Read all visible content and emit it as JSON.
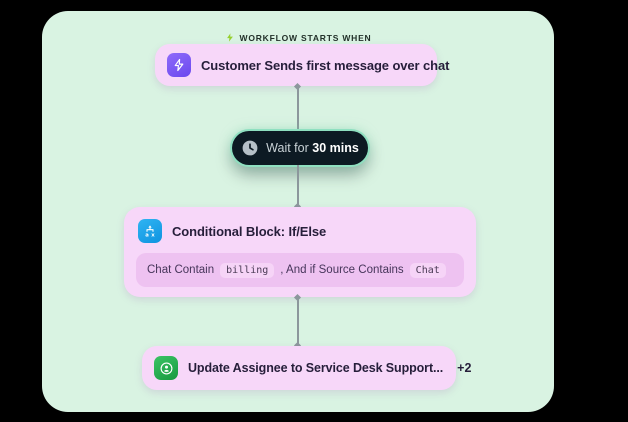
{
  "colors": {
    "page_bg": "#000000",
    "panel_bg": "#d9f3e2",
    "card_bg": "#f7d7f9",
    "subrow_bg": "#eec2f1",
    "chip_bg": "#f6d4f7",
    "title_text": "#261e3a",
    "muted_text": "#46355a",
    "header_text": "#223029",
    "bolt_green": "#96cf2e",
    "trigger_icon": "#7a56f4",
    "conditional_icon": "#19a2ea",
    "action_icon": "#27ab4f",
    "wait_bg": "#0d1a23",
    "wait_ring": "#8fe0c0",
    "wait_text": "#c9d2d6",
    "wait_text_strong": "#ffffff",
    "connector": "#8c979c"
  },
  "header": {
    "label": "WORKFLOW STARTS WHEN"
  },
  "nodes": {
    "trigger": {
      "title": "Customer Sends first message over chat",
      "icon": "lightning-icon"
    },
    "wait": {
      "prefix": "Wait for",
      "duration": "30 mins",
      "icon": "clock-icon"
    },
    "conditional": {
      "title": "Conditional Block: If/Else",
      "icon": "branch-icon",
      "condition_part1": "Chat Contain",
      "condition_value1": "billing",
      "condition_part2": ", And if Source Contains",
      "condition_value2": "Chat"
    },
    "action": {
      "title": "Update Assignee to Service Desk Support...",
      "more_count": "+2",
      "icon": "agent-avatar-icon"
    }
  }
}
